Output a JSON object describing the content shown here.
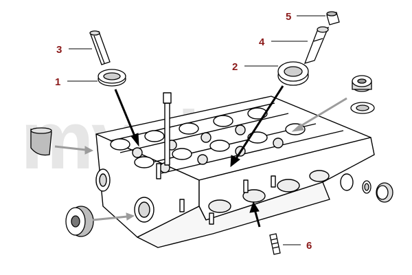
{
  "watermark": "myalfa",
  "colors": {
    "callout": "#8b1a1a",
    "line": "#000000",
    "watermark": "#e6e6e6",
    "part_fill": "#ffffff",
    "part_shade": "#bdbdbd"
  },
  "callouts": [
    {
      "label": "1",
      "part": "valve-guide-seal-ring"
    },
    {
      "label": "2",
      "part": "tappet-ring"
    },
    {
      "label": "3",
      "part": "valve-guide"
    },
    {
      "label": "4",
      "part": "tappet-bucket"
    },
    {
      "label": "5",
      "part": "shim-cap"
    },
    {
      "label": "6",
      "part": "stud"
    }
  ]
}
